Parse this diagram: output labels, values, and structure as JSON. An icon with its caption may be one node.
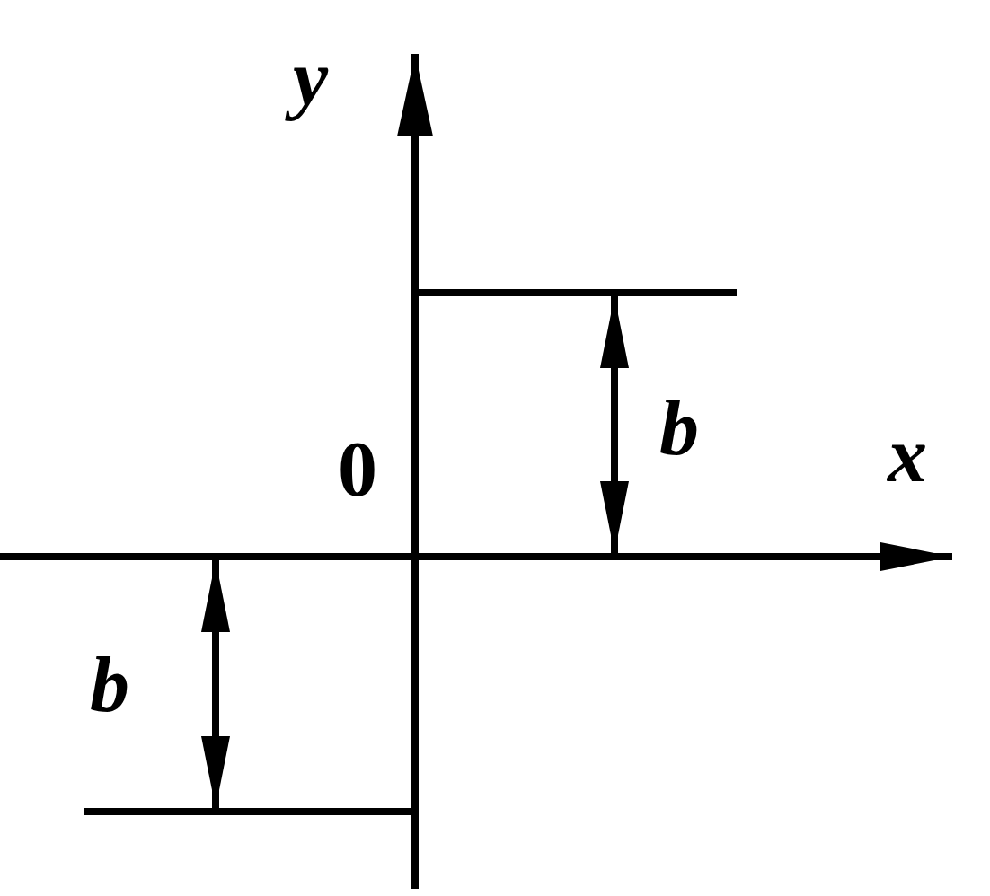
{
  "diagram": {
    "labels": [
      "y",
      "0",
      "x",
      "b",
      "b"
    ]
  }
}
